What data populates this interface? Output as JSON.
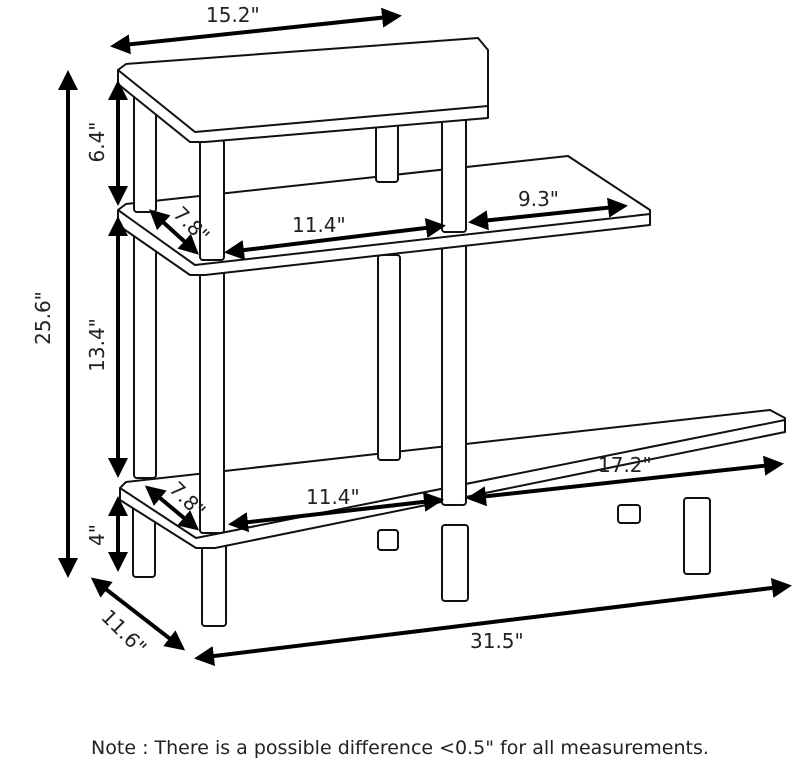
{
  "diagram": {
    "title": "3-tier L-shaped shelf dimensions",
    "dimensions": {
      "top_width": "15.2\"",
      "top_height": "6.4\"",
      "total_height": "25.6\"",
      "middle_depth": "7.8\"",
      "middle_inner_width": "11.4\"",
      "middle_extension": "9.3\"",
      "middle_height": "13.4\"",
      "bottom_depth": "7.8\"",
      "bottom_inner_width": "11.4\"",
      "bottom_extension": "17.2\"",
      "leg_height": "4\"",
      "overall_depth": "11.6\"",
      "overall_width": "31.5\""
    },
    "note": "Note : There is a possible difference <0.5\" for all measurements."
  }
}
